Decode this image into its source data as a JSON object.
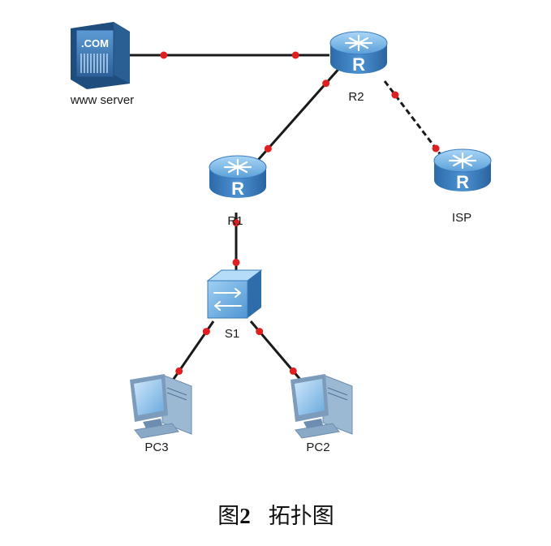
{
  "nodes": [
    {
      "id": "www_server",
      "type": "server",
      "label": "www server",
      "icon": "com-server-icon",
      "badge": ".COM"
    },
    {
      "id": "r2",
      "type": "router",
      "label": "R2",
      "icon": "router-icon",
      "letter": "R"
    },
    {
      "id": "r1",
      "type": "router",
      "label": "R1",
      "icon": "router-icon",
      "letter": "R"
    },
    {
      "id": "isp",
      "type": "router",
      "label": "ISP",
      "icon": "router-icon",
      "letter": "R"
    },
    {
      "id": "s1",
      "type": "switch",
      "label": "S1",
      "icon": "switch-icon"
    },
    {
      "id": "pc3",
      "type": "pc",
      "label": "PC3",
      "icon": "pc-icon"
    },
    {
      "id": "pc2",
      "type": "pc",
      "label": "PC2",
      "icon": "pc-icon"
    }
  ],
  "links": [
    {
      "from": "www_server",
      "to": "r2",
      "style": "solid"
    },
    {
      "from": "r2",
      "to": "r1",
      "style": "solid"
    },
    {
      "from": "r2",
      "to": "isp",
      "style": "dashed"
    },
    {
      "from": "r1",
      "to": "s1",
      "style": "solid"
    },
    {
      "from": "s1",
      "to": "pc3",
      "style": "solid"
    },
    {
      "from": "s1",
      "to": "pc2",
      "style": "solid"
    }
  ],
  "colors": {
    "link": "#1a1a1a",
    "port_dot": "#e02020",
    "device_blue": "#3f86c8",
    "device_light": "#8fc4ee",
    "device_dark": "#235a93"
  },
  "caption": {
    "prefix": "图",
    "number": "2",
    "title": "拓扑图"
  }
}
